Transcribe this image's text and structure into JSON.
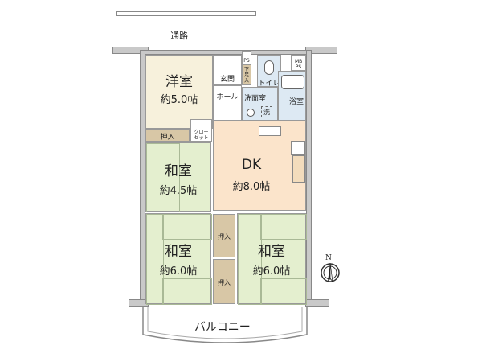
{
  "corridor": {
    "label": "通路"
  },
  "rooms": {
    "western": {
      "name": "洋室",
      "size": "約5.0帖"
    },
    "washitsu_small": {
      "name": "和室",
      "size": "約4.5帖"
    },
    "dk": {
      "name": "DK",
      "size": "約8.0帖"
    },
    "washitsu_left": {
      "name": "和室",
      "size": "約6.0帖"
    },
    "washitsu_right": {
      "name": "和室",
      "size": "約6.0帖"
    }
  },
  "labels": {
    "entrance": "玄関",
    "hall": "ホール",
    "shoe_box": "下足入",
    "toilet": "トイレ",
    "washroom": "洗面室",
    "washer": "洗",
    "bath": "浴室",
    "ps": "PS",
    "mbps": "MB PS",
    "closet_oshiire": "押入",
    "closet": "クローゼット",
    "oshiire_1": "押入",
    "oshiire_2": "押入",
    "balcony": "バルコニー"
  },
  "compass": {
    "label": "N"
  },
  "colors": {
    "western": "#f7f1dc",
    "tatami": "#e4efcf",
    "dk": "#fbe4cb",
    "wet": "#dde9f3",
    "storage": "#d8c7a6"
  }
}
